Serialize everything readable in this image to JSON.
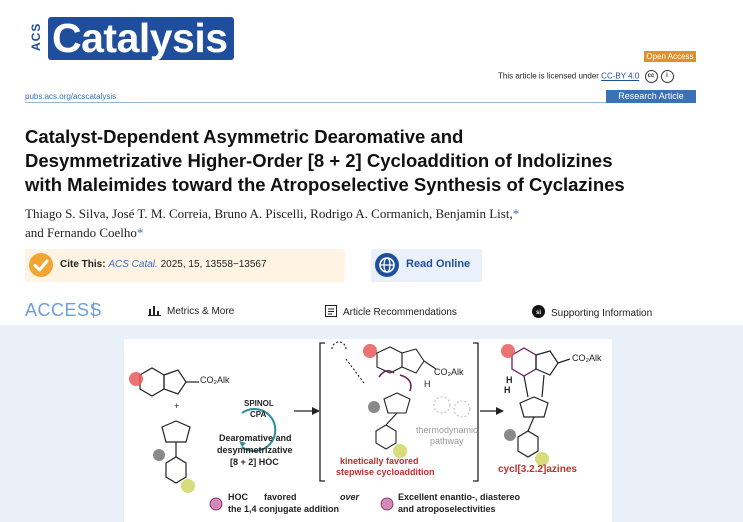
{
  "header": {
    "logo_acs": "ACS",
    "logo_journal": "Catalysis",
    "open_access": "Open Access",
    "license_prefix": "This article is licensed under",
    "license_link": "CC-BY 4.0",
    "url": "pubs.acs.org/acscatalysis",
    "article_type": "Research Article"
  },
  "article": {
    "title_lines": [
      "Catalyst-Dependent Asymmetric Dearomative and",
      "Desymmetrizative Higher-Order [8 + 2] Cycloaddition of Indolizines",
      "with Maleimides toward the Atroposelective Synthesis of Cyclazines"
    ],
    "authors_line1": "Thiago S. Silva, José T. M. Correia, Bruno A. Piscelli, Rodrigo A. Cormanich, Benjamin List,",
    "authors_line2": "and Fernando Coelho",
    "asterisk": "*"
  },
  "cite": {
    "label": "Cite This:",
    "journal": "ACS Catal.",
    "ref": "2025, 15, 13558−13567"
  },
  "read_online": "Read Online",
  "access": {
    "label": "ACCESS",
    "tabs": [
      "Metrics & More",
      "Article Recommendations",
      "Supporting Information"
    ]
  },
  "graphic": {
    "labels": {
      "co2alk_left": "CO₂Alk",
      "plus": "+",
      "spinol": "SPINOL",
      "cpa": "CPA",
      "hoc_title_1": "Dearomative and",
      "hoc_title_2": "desymmetrizative",
      "hoc_title_3": "[8 + 2] HOC",
      "co2alk_mid": "CO₂Alk",
      "h_mid": "H",
      "thermo_1": "thermodynamic",
      "thermo_2": "pathway",
      "kinetic_1": "kinetically favored",
      "kinetic_2": "stepwise cycloaddition",
      "co2alk_right": "CO₂Alk",
      "h_right_1": "H",
      "h_right_2": "H",
      "product": "cycl[3.2.2]azines",
      "bullet1_a": "HOC",
      "bullet1_b": "favored",
      "bullet1_c": "over",
      "bullet1_d": "the 1,4 conjugate addition",
      "bullet2_a": "Excellent enantio-, diastereo",
      "bullet2_b": "and atroposelectivities"
    },
    "colors": {
      "red_sub": "#e85a5a",
      "gray_sub": "#8a8a8a",
      "yellow_sub": "#d8dc7a",
      "purple": "#6d1f5c",
      "pink_bullet": "#d48ab8"
    }
  }
}
